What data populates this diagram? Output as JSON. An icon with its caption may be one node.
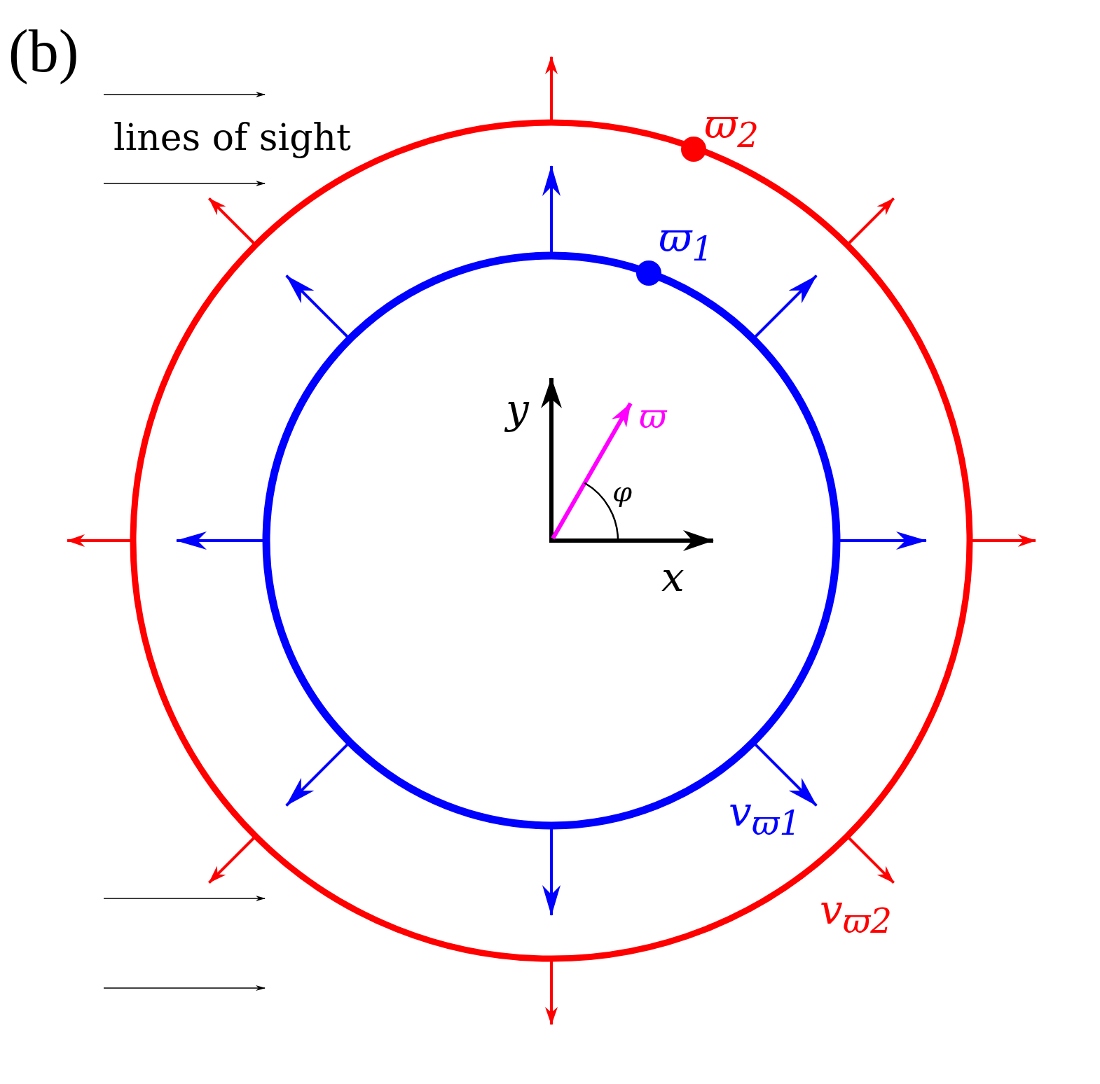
{
  "diagram": {
    "labels": [
      "(b)",
      "lines of sight",
      "ϖ$_{2}$",
      "ϖ$_{1}$",
      "y",
      "ϖ",
      "φ",
      "x",
      "v$_{ϖ1}$",
      "v$_{ϖ2}$"
    ]
  }
}
